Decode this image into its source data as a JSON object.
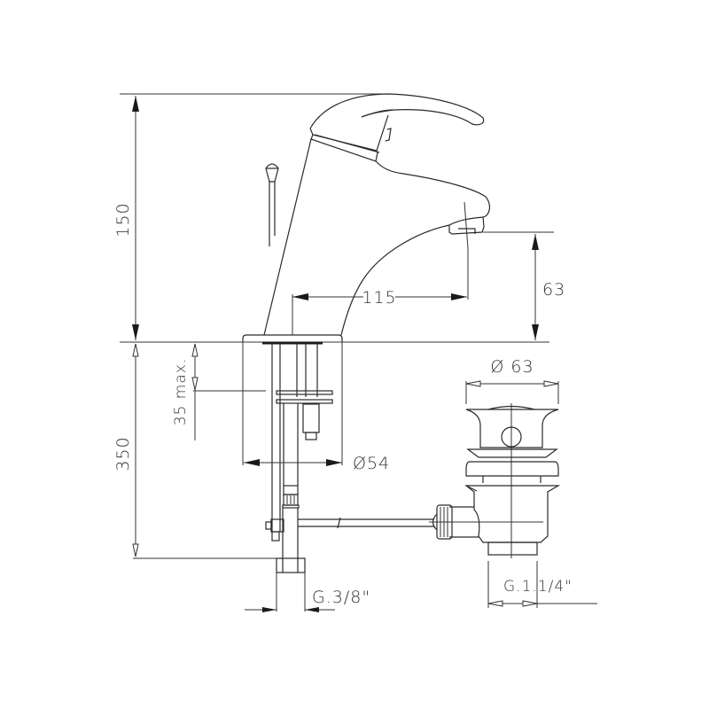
{
  "drawing": {
    "subject": "Single-lever basin mixer with pop-up waste — technical drawing",
    "dimensions": {
      "overall_height": "150",
      "spout_height": "63",
      "spout_reach": "115",
      "below_deck_length": "350",
      "max_deck_thickness": "35 max.",
      "base_diameter": "Ø54",
      "waste_diameter": "Ø 63",
      "supply_thread": "G.3/8\"",
      "waste_thread": "G.1.1/4\""
    },
    "line_color": "#2a2a2a",
    "background": "#ffffff"
  }
}
